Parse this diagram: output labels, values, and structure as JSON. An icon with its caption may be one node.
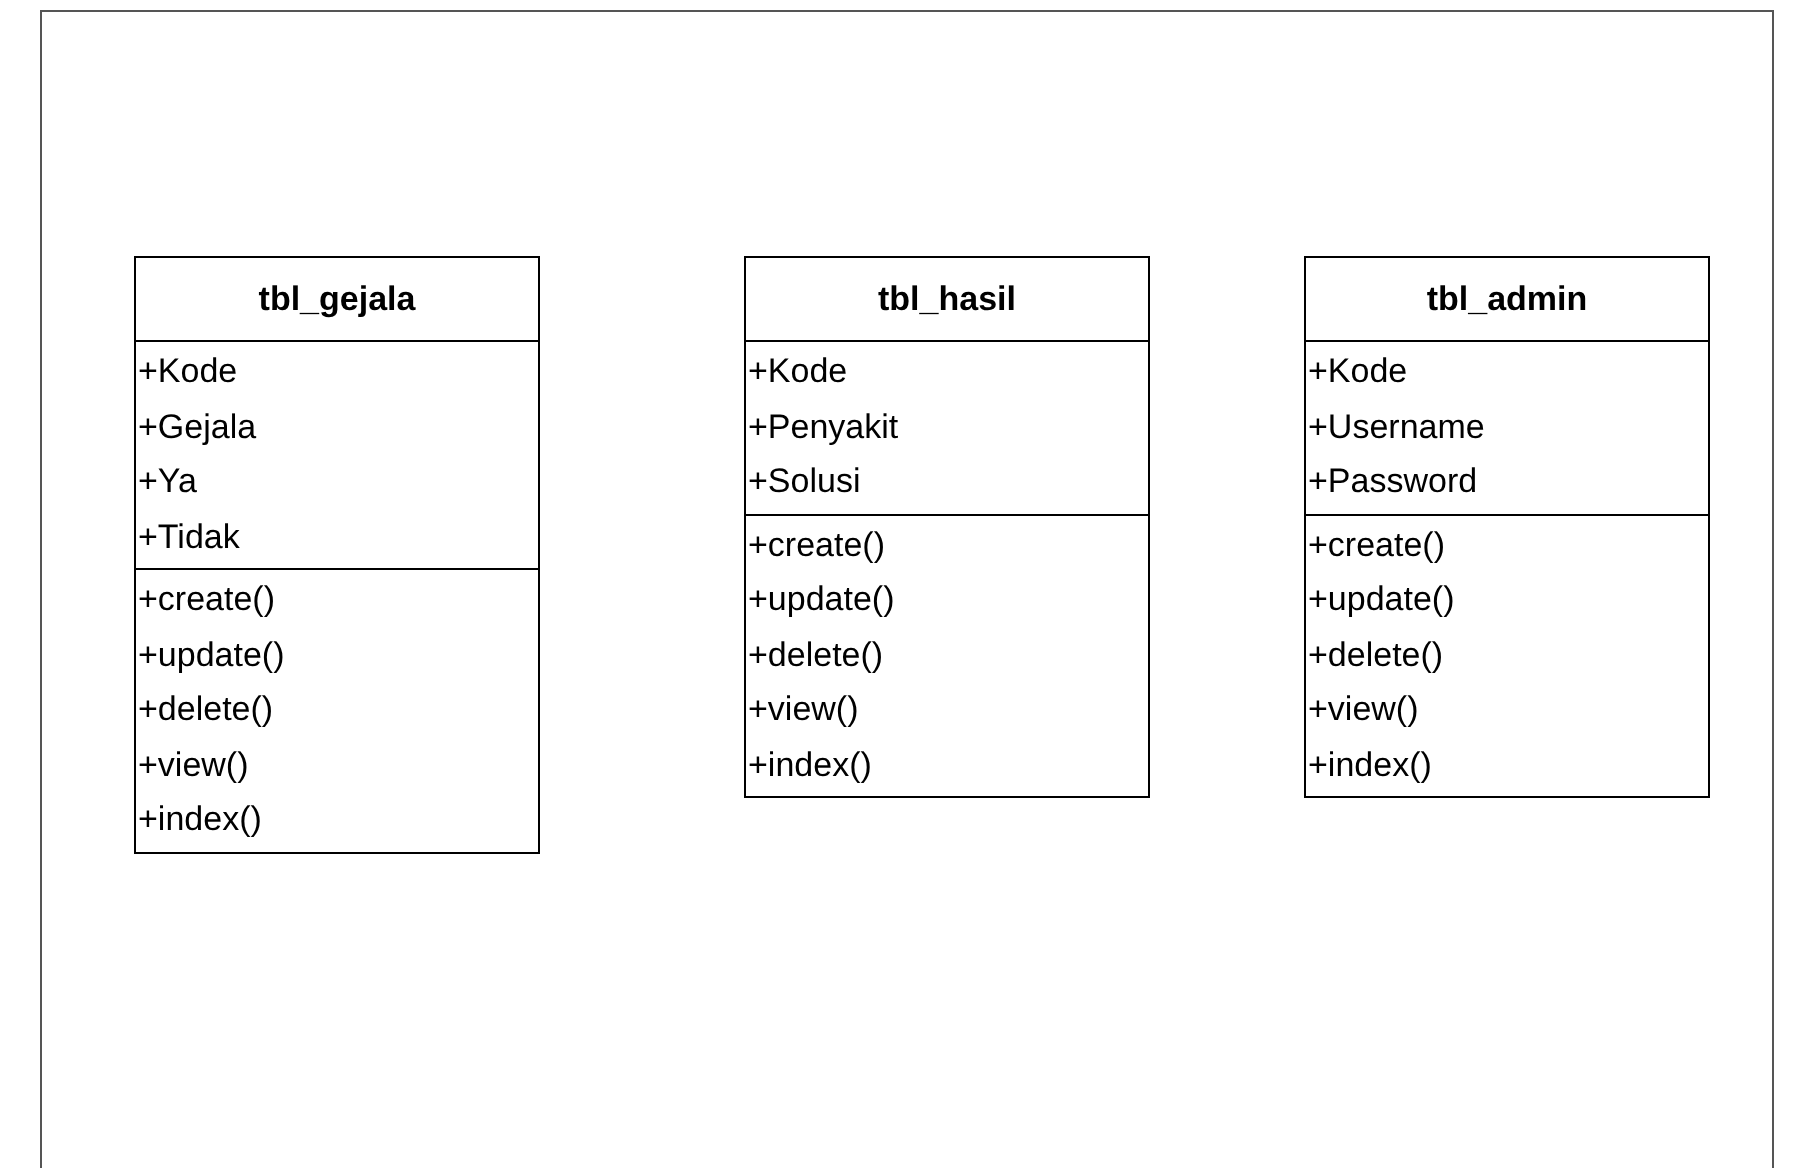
{
  "diagram": {
    "nodes": [
      {
        "text": [
          "tbl_gejala",
          "+Kode +Gejala +Ya +Tidak",
          "+create() +update() +delete() +view() +index()"
        ]
      },
      {
        "text": [
          "tbl_hasil",
          "+Kode +Penyakit +Solusi",
          "+create() +update() +delete() +view() +index()"
        ]
      },
      {
        "text": [
          "tbl_admin",
          "+Kode +Username +Password",
          "+create() +update() +delete() +view() +index()"
        ]
      }
    ]
  }
}
